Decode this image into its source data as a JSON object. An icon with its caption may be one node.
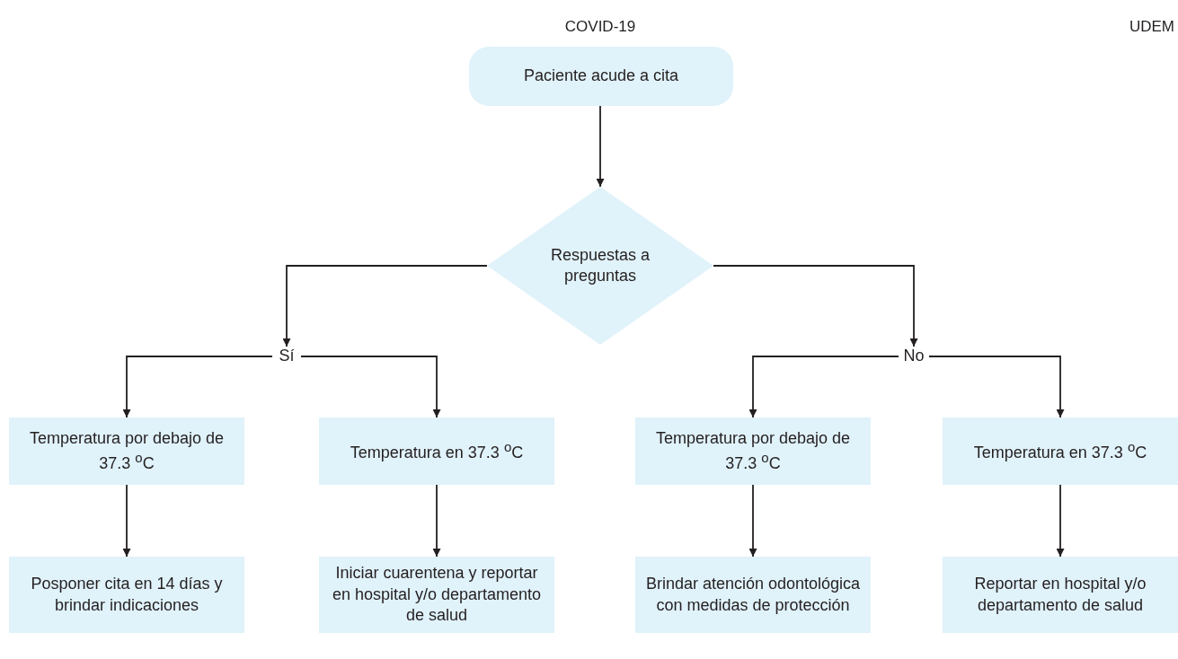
{
  "diagram": {
    "nodes": [
      {
        "text": [
          "Paciente acude a cita"
        ]
      },
      {
        "text": [
          "Respuestas a preguntas"
        ]
      },
      {
        "text": [
          "Sí"
        ]
      },
      {
        "text": [
          "No"
        ]
      },
      {
        "text": [
          "Temperatura por debajo de 37.3 $^{o}$C"
        ]
      },
      {
        "text": [
          "Temperatura en 37.3 $^{o}$C"
        ]
      },
      {
        "text": [
          "Temperatura por debajo de 37.3 $^{o}$C"
        ]
      },
      {
        "text": [
          "Temperatura en 37.3 $^{o}$C"
        ]
      },
      {
        "text": [
          "Posponer cita en 14 días y brindar indicaciones"
        ]
      },
      {
        "text": [
          "Iniciar cuarentena y reportar en hospital y/o departamento de salud"
        ]
      },
      {
        "text": [
          "Brindar atención odontológica con medidas de protección"
        ]
      },
      {
        "text": [
          "Reportar en hospital y/o departamento de salud"
        ]
      }
    ],
    "edges": [
      {
        "from": 0,
        "to": 1,
        "arrow": "to"
      },
      {
        "from": 1,
        "to": 2,
        "arrow": "to"
      },
      {
        "from": 1,
        "to": 3,
        "arrow": "to"
      },
      {
        "from": 2,
        "to": 4,
        "arrow": "to"
      },
      {
        "from": 2,
        "to": 5,
        "arrow": "to"
      },
      {
        "from": 3,
        "to": 6,
        "arrow": "to"
      },
      {
        "from": 3,
        "to": 7,
        "arrow": "to"
      },
      {
        "from": 4,
        "to": 8,
        "arrow": "to"
      },
      {
        "from": 5,
        "to": 9,
        "arrow": "to"
      },
      {
        "from": 6,
        "to": 10,
        "arrow": "to"
      },
      {
        "from": 7,
        "to": 11,
        "arrow": "to"
      }
    ],
    "labels": [
      "COVID-19",
      "UDEM"
    ]
  }
}
